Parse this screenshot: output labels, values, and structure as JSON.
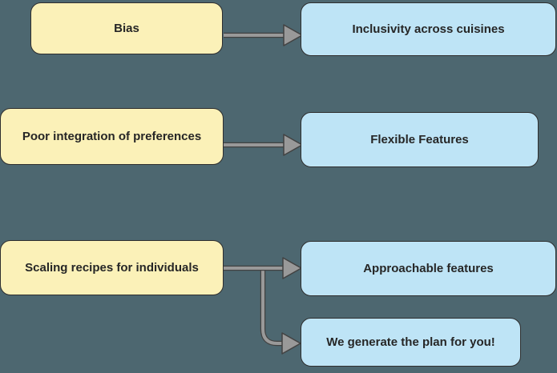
{
  "diagram": {
    "type": "flowchart",
    "direction": "left-to-right",
    "background_color": "#4D6770",
    "colors": {
      "problem_node_fill": "#FBF1B8",
      "solution_node_fill": "#BEE4F6",
      "node_border": "#2E2E2E",
      "node_text": "#262626",
      "edge_core": "#999999",
      "edge_outline": "#424242"
    },
    "nodes": [
      {
        "id": "bias",
        "label": "Bias",
        "role": "problem"
      },
      {
        "id": "inclusivity",
        "label": "Inclusivity across cuisines",
        "role": "solution"
      },
      {
        "id": "poor-integration",
        "label": "Poor integration of preferences",
        "role": "problem"
      },
      {
        "id": "flexible-features",
        "label": "Flexible Features",
        "role": "solution"
      },
      {
        "id": "scaling-recipes",
        "label": "Scaling recipes for individuals",
        "role": "problem"
      },
      {
        "id": "approachable-features",
        "label": "Approachable features",
        "role": "solution"
      },
      {
        "id": "generate-plan",
        "label": "We generate the plan for you!",
        "role": "solution"
      }
    ],
    "edges": [
      {
        "from": "bias",
        "to": "inclusivity"
      },
      {
        "from": "poor-integration",
        "to": "flexible-features"
      },
      {
        "from": "scaling-recipes",
        "to": "approachable-features"
      },
      {
        "from": "scaling-recipes",
        "to": "generate-plan"
      }
    ]
  }
}
